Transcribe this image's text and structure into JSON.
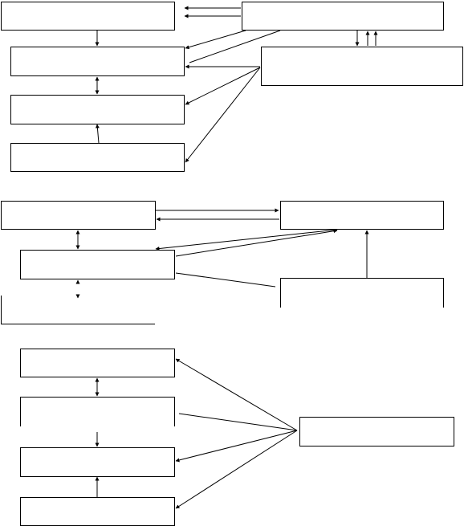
{
  "diagram": {
    "sections": [
      {
        "id": "section-1",
        "boxes": [
          "s1-box-a",
          "s1-box-b",
          "s1-box-c",
          "s1-box-d",
          "s1-box-e",
          "s1-box-f"
        ]
      },
      {
        "id": "section-2",
        "boxes": [
          "s2-box-a",
          "s2-box-b",
          "s2-box-c",
          "s2-box-d"
        ]
      },
      {
        "id": "section-3",
        "boxes": [
          "s3-box-a",
          "s3-box-b",
          "s3-box-c",
          "s3-box-d",
          "s3-box-e"
        ]
      }
    ],
    "labels": {},
    "colors": {
      "stroke": "#000000",
      "background": "#ffffff"
    }
  }
}
